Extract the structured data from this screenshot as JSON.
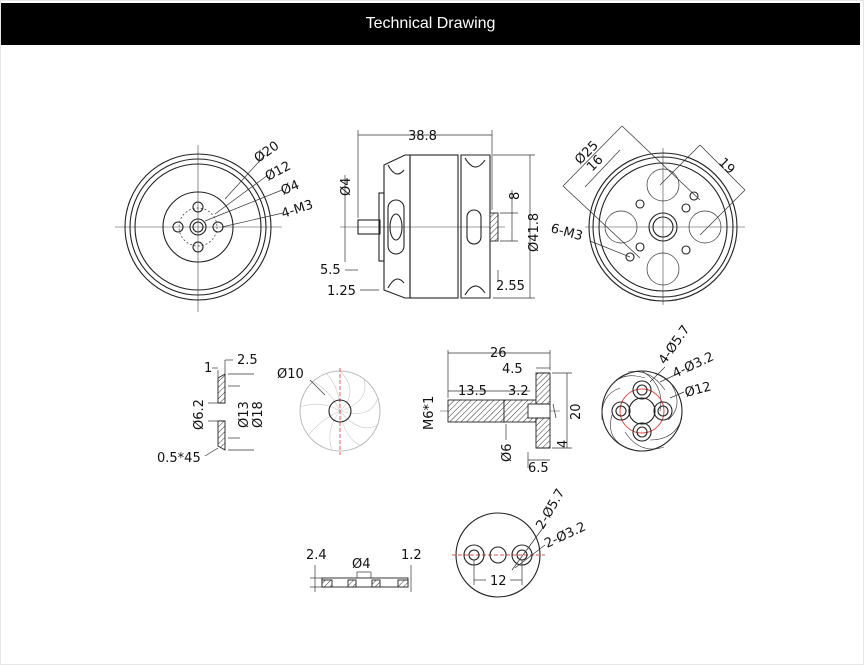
{
  "header": {
    "title": "Technical Drawing"
  },
  "views": {
    "front_shaft_view": {
      "labels": [
        "Ø20",
        "Ø12",
        "Ø4",
        "4-M3"
      ]
    },
    "side_view": {
      "labels": {
        "length": "38.8",
        "shaft_dia": "Ø4",
        "shaft_len": "5.5",
        "flange": "1.25",
        "body_dia": "Ø41.8",
        "rear_boss": "8",
        "rear_offset": "2.55"
      }
    },
    "rear_mount_view": {
      "labels": {
        "bolt_circle_25": "Ø25",
        "spacing_16": "16",
        "spacing_19": "19",
        "holes": "6-M3"
      }
    },
    "washer": {
      "labels": {
        "thickness_1": "1",
        "thickness_2_5": "2.5",
        "inner_dia": "Ø6.2",
        "mid_dia": "Ø13",
        "outer_dia": "Ø18",
        "chamfer": "0.5*45"
      }
    },
    "washer_face": {
      "labels": {
        "dia": "Ø10"
      }
    },
    "prop_adapter": {
      "labels": {
        "total_len": "26",
        "flange_thk": "4.5",
        "thread_len": "13.5",
        "gap": "3.2",
        "thread": "M6*1",
        "shaft_dia": "Ø6",
        "flange_dia": "20",
        "bore": "4",
        "bore_len": "6.5"
      }
    },
    "adapter_face": {
      "labels": {
        "outer_holes": "4-Ø5.7",
        "inner_holes": "4-Ø3.2",
        "circle": "Ø12"
      }
    },
    "plate_side": {
      "labels": {
        "thick": "2.4",
        "hole": "Ø4",
        "thin": "1.2"
      }
    },
    "plate_face": {
      "labels": {
        "outer_holes": "2-Ø5.7",
        "inner_holes": "2-Ø3.2",
        "spacing": "12"
      }
    }
  }
}
